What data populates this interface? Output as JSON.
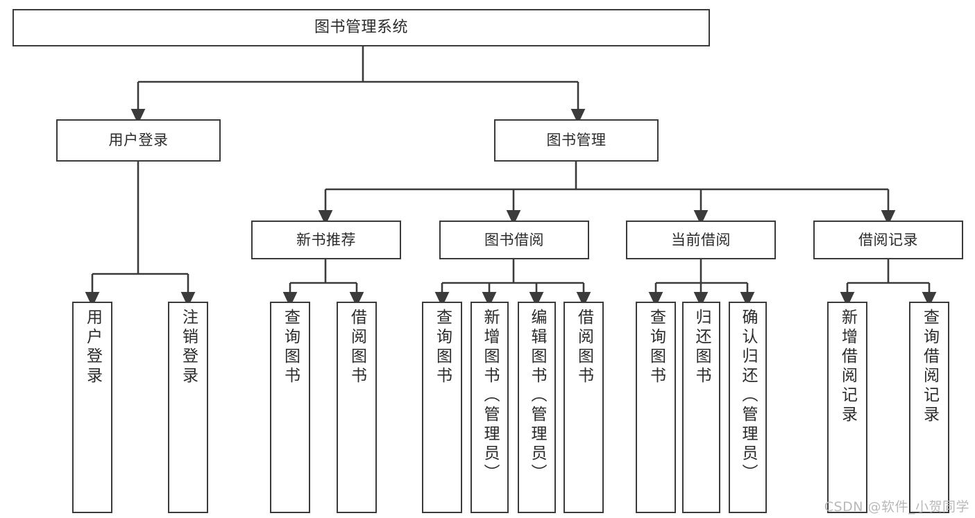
{
  "diagram": {
    "title": "图书管理系统",
    "type": "hierarchy-tree",
    "line_color": "#3b3b3b",
    "box_fill": "#ffffff",
    "text_color": "#2b2b2b"
  },
  "root": {
    "label": "图书管理系统"
  },
  "level2": [
    {
      "label": "用户登录"
    },
    {
      "label": "图书管理"
    }
  ],
  "level3": [
    {
      "label": "新书推荐"
    },
    {
      "label": "图书借阅"
    },
    {
      "label": "当前借阅"
    },
    {
      "label": "借阅记录"
    }
  ],
  "leaves": {
    "user_login": [
      {
        "label": "用户登录"
      },
      {
        "label": "注销登录"
      }
    ],
    "new_book": [
      {
        "label": "查询图书"
      },
      {
        "label": "借阅图书"
      }
    ],
    "book_borrow": [
      {
        "label": "查询图书"
      },
      {
        "label": "新增图书（管理员）"
      },
      {
        "label": "编辑图书（管理员）"
      },
      {
        "label": "借阅图书"
      }
    ],
    "current_borrow": [
      {
        "label": "查询图书"
      },
      {
        "label": "归还图书"
      },
      {
        "label": "确认归还（管理员）"
      }
    ],
    "borrow_record": [
      {
        "label": "新增借阅记录"
      },
      {
        "label": "查询借阅记录"
      }
    ]
  },
  "watermark": {
    "text": "CSDN @软件_小贺同学"
  }
}
